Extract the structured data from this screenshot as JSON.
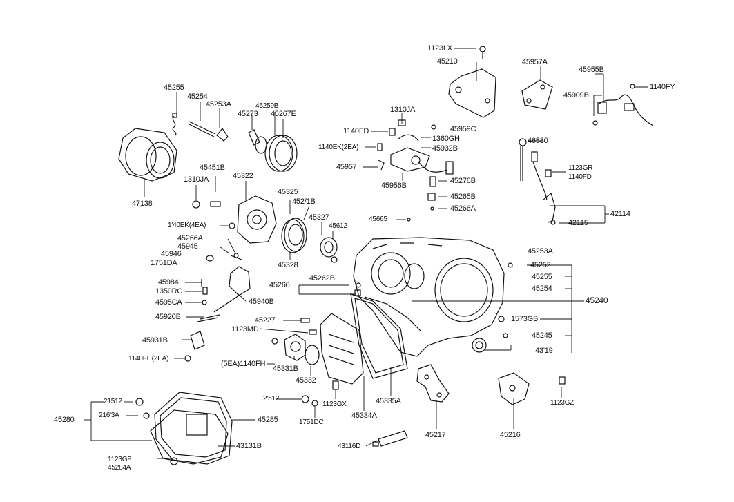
{
  "parts": {
    "p1123LX": "1123LX",
    "p45210": "45210",
    "p45957A": "45957A",
    "p45955B": "45955B",
    "p45909B": "45909B",
    "p1140FY": "1140FY",
    "p45255a": "45255",
    "p45254a": "45254",
    "p45253Aa": "45253A",
    "p45259B": "45259B",
    "p45273": "45273",
    "p45267E": "45267E",
    "p1310JAa": "1310JA",
    "p1140FD": "1140FD",
    "p45959C": "45959C",
    "p1360GH": "1360GH",
    "p1140EK2EA": "1140EK(2EA)",
    "p45932B": "45932B",
    "p45957": "45957",
    "p45956B": "45956B",
    "p45276B": "45276B",
    "p45265B": "45265B",
    "p45266Aa": "45266A",
    "p46580": "46580",
    "p1123GR": "1123GR",
    "p1140FDb": "1140FD",
    "p42114": "42114",
    "p42115": "42115",
    "p47138": "47138",
    "p45451B": "45451B",
    "p1310JAb": "1310JA",
    "p45322": "45322",
    "p1140EK4EA": "1'40EK(4EA)",
    "p45325": "45325",
    "p45271B": "452/1B",
    "p45327": "45327",
    "p45612": "45612",
    "p45665": "45665",
    "p45266Ab": "45266A",
    "p45945": "45945",
    "p45946": "45946",
    "p1751DA": "1751DA",
    "p45328": "45328",
    "p45253Ab": "45253A",
    "p45252": "45252",
    "p45255b": "45255",
    "p45254b": "45254",
    "p45240": "45240",
    "p45984": "45984",
    "p1350RC": "1350RC",
    "p45260": "45260",
    "p45262B": "45262B",
    "p45950A": "4595CA",
    "p45940B": "45940B",
    "p45920B": "45920B",
    "p45227": "45227",
    "p1123MD": "1123MD",
    "p1573GB": "1573GB",
    "p45245": "45245",
    "p43119": "43'19",
    "p45931B": "45931B",
    "p1140FH2EA": "1140FH(2EA)",
    "p5EA1140FH": "(5EA)1140FH",
    "p45331B": "45331B",
    "p45332": "45332",
    "p45335A": "45335A",
    "p21512a": "21512",
    "p21513A": "216'3A",
    "p45280": "45280",
    "p45285": "45285",
    "p21512b": "2'512",
    "p1123GX": "1123GX",
    "p45334A": "45334A",
    "p1751DC": "1751DC",
    "p45217": "45217",
    "p45216": "45216",
    "p1123GZ": "1123GZ",
    "p43131B": "43131B",
    "p43116D": "43116D",
    "p1123GF": "1123GF",
    "p45284A": "45284A"
  }
}
